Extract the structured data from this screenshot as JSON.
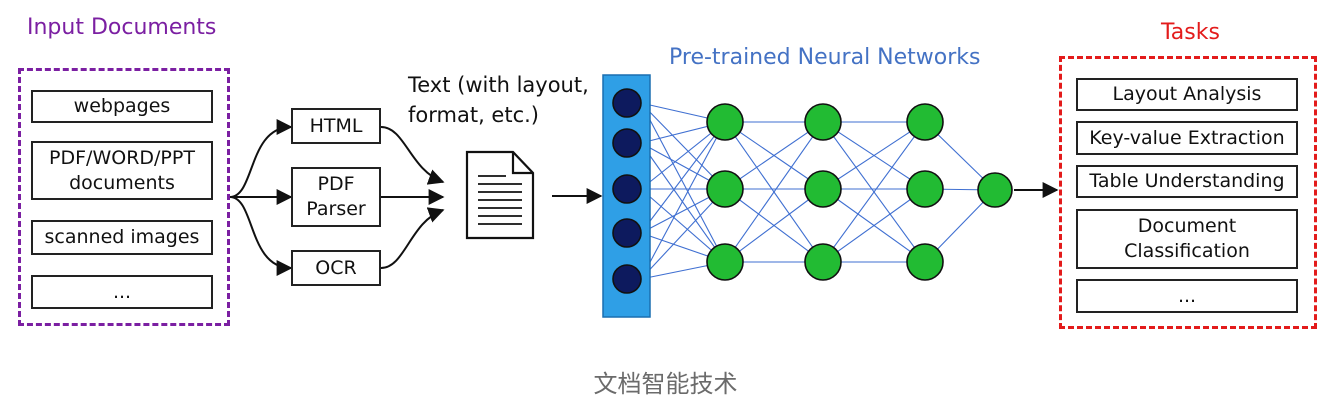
{
  "input": {
    "title": "Input Documents",
    "items": [
      "webpages",
      "PDF/WORD/PPT\ndocuments",
      "scanned images",
      "..."
    ]
  },
  "tools": [
    "HTML",
    "PDF\nParser",
    "OCR"
  ],
  "text_label": "Text (with layout,\nformat, etc.)",
  "network_title": "Pre-trained Neural Networks",
  "tasks": {
    "title": "Tasks",
    "items": [
      "Layout Analysis",
      "Key-value Extraction",
      "Table Understanding",
      "Document\nClassification",
      "..."
    ]
  },
  "caption": "文档智能技术",
  "colors": {
    "input_border": "#7b1fa2",
    "tasks_border": "#e31b1b",
    "network_title": "#4472c4",
    "input_layer": "#2f9fe6",
    "input_node": "#0d1a5e",
    "hidden_node": "#22bb33",
    "edge": "#3f6fd1"
  }
}
